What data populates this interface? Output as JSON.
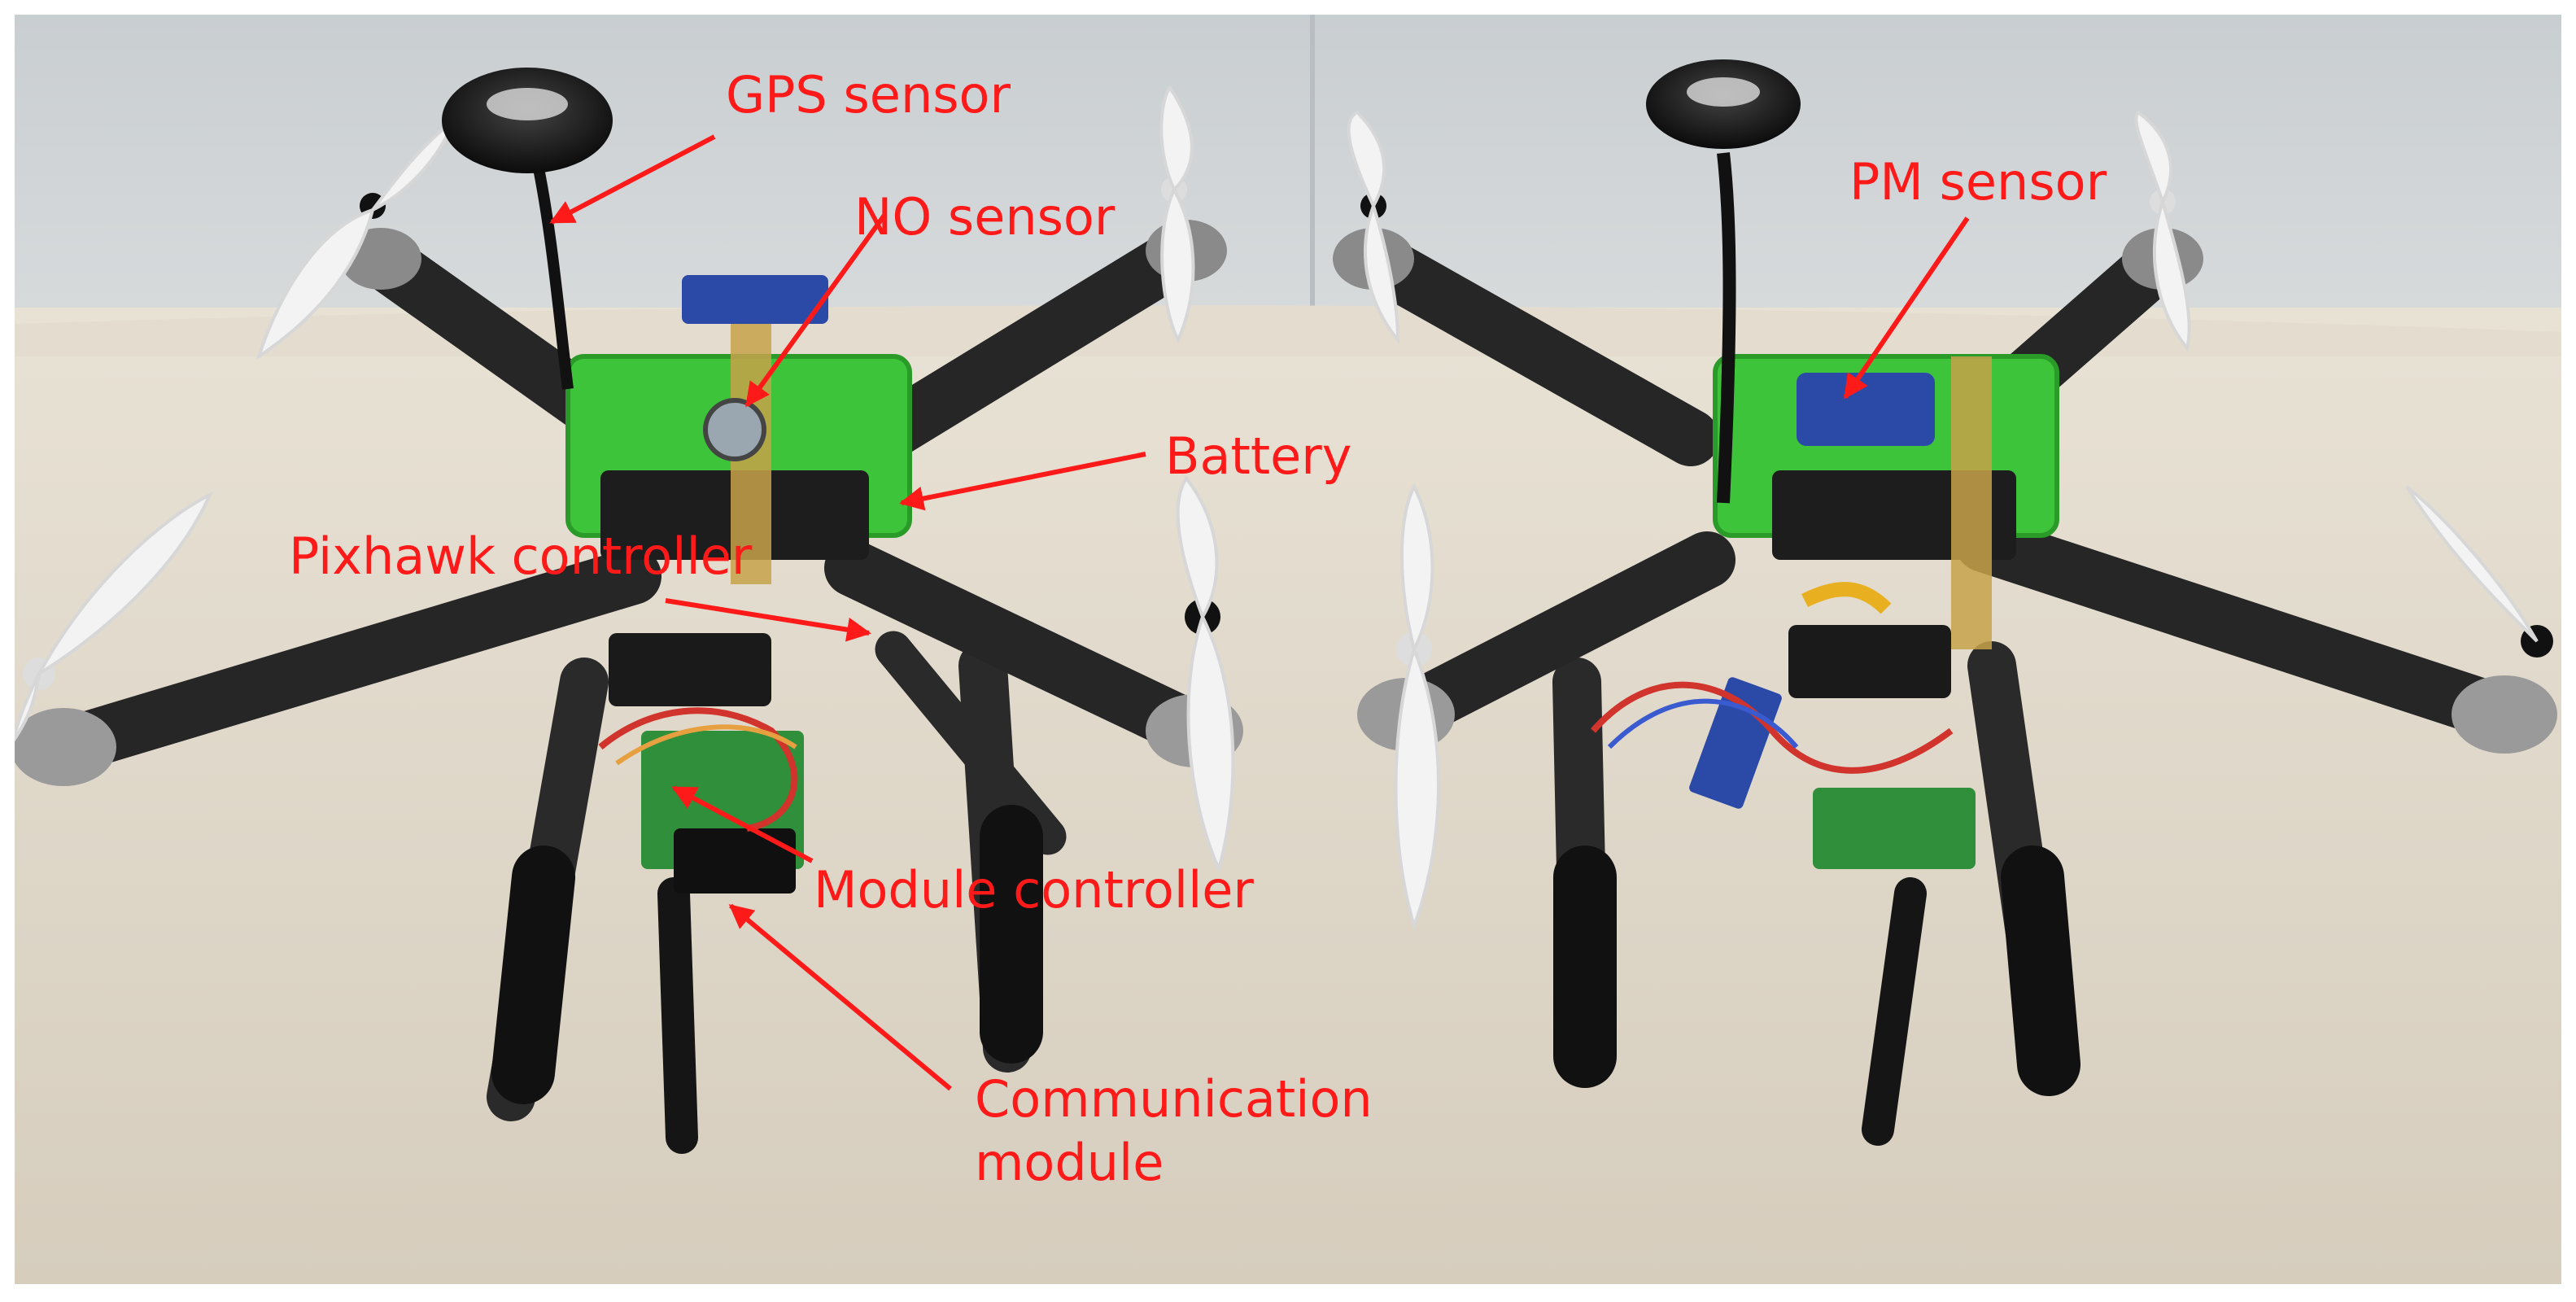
{
  "labels": {
    "gps": "GPS sensor",
    "no": "NO sensor",
    "pm": "PM sensor",
    "battery": "Battery",
    "pixhawk": "Pixhawk controller",
    "module_controller": "Module controller",
    "communication": "Communication\nmodule"
  },
  "colors": {
    "annotation": "#ff1a1a",
    "frame_green": "#3ec43a",
    "arm_black": "#262626",
    "propeller_white": "#f4f4f4",
    "table": "#ddd6c8",
    "wall": "#cfd3d6"
  }
}
